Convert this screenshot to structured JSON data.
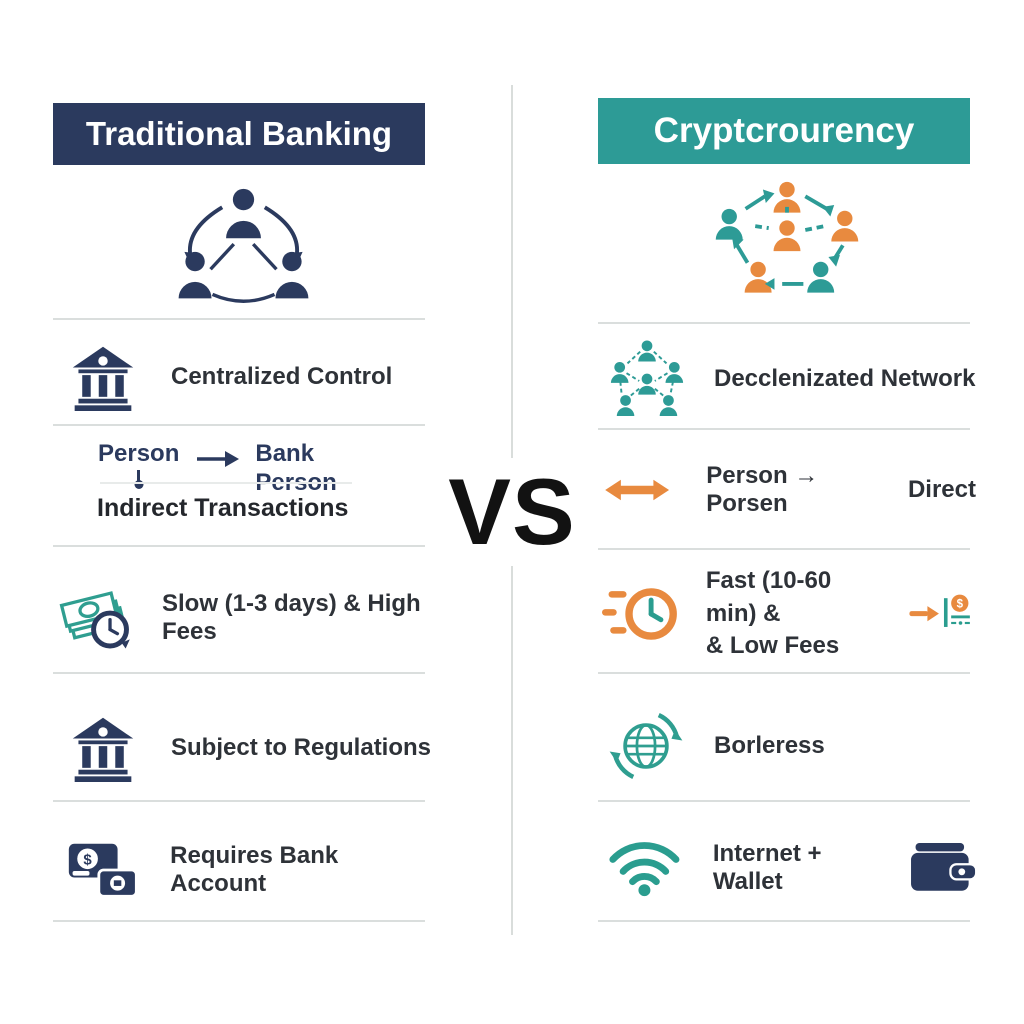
{
  "colors": {
    "navy": "#2b3a5e",
    "teal": "#2d9b96",
    "orange": "#e88a3f",
    "text": "#2e3238",
    "divider": "#dadedd",
    "vs_color": "#121212"
  },
  "center": {
    "vs": "VS"
  },
  "left": {
    "header": "Traditional Banking",
    "top_icon": "centralized-people-icon",
    "diagram": {
      "from": "Person",
      "to_top": "Bank",
      "to_bottom": "Person"
    },
    "rows": [
      {
        "icon": "bank-icon",
        "label": "Centralized Control"
      },
      {
        "icon": "person-to-bank-diagram",
        "label": "Indirect Transactions"
      },
      {
        "icon": "money-clock-icon",
        "label": "Slow (1-3 days) & High Fees"
      },
      {
        "icon": "bank-icon",
        "label": "Subject to Regulations"
      },
      {
        "icon": "bank-cards-icon",
        "label": "Requires Bank Account"
      }
    ]
  },
  "right": {
    "header": "Cryptcrourency",
    "top_icon": "decentralized-people-icon",
    "rows": [
      {
        "icon": "network-people-icon",
        "label": "Decclenizated Network"
      },
      {
        "icon": "double-arrow-icon",
        "label": "Person → Porsen",
        "label2": "Direct"
      },
      {
        "icon": "fast-clock-icon",
        "line1": "Fast (10-60 min) &",
        "line2": "& Low Fees",
        "trailing_icon": "transfer-fee-icon"
      },
      {
        "icon": "globe-icon",
        "label": "Borleress"
      },
      {
        "icon": "wifi-icon",
        "label": "Internet + Wallet",
        "trailing_icon": "wallet-icon"
      }
    ]
  }
}
